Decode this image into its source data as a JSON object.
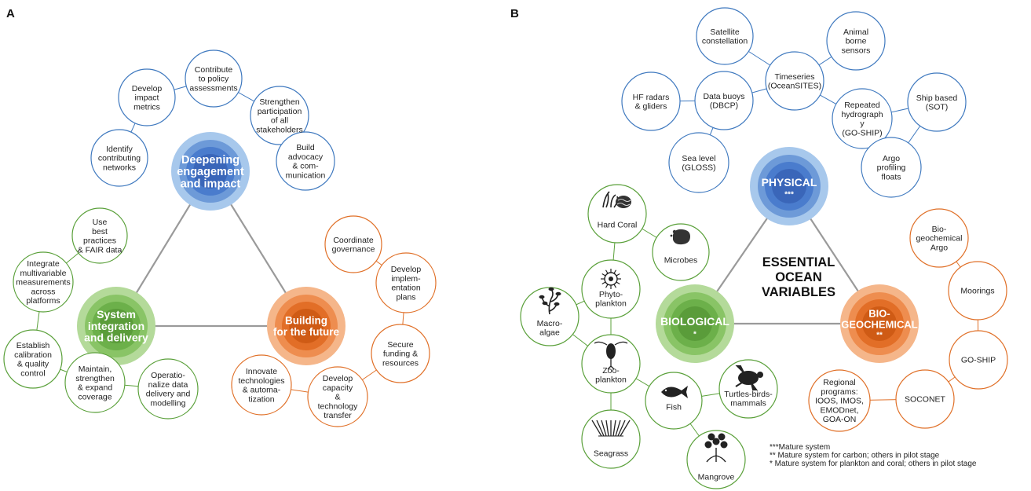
{
  "panels": {
    "a": "A",
    "b": "B"
  },
  "colors": {
    "blue": "#3f79bf",
    "green": "#5aa03a",
    "orange": "#e07028",
    "grey": "#9a9a9a"
  },
  "panel_a": {
    "hubs": {
      "engagement": [
        "Deepening",
        "engagement",
        "and impact"
      ],
      "system": [
        "System",
        "integration",
        "and delivery"
      ],
      "future": [
        "Building",
        "for the future"
      ]
    },
    "blue_nodes": [
      [
        "Contribute",
        "to policy",
        "assessments"
      ],
      [
        "Develop",
        "impact",
        "metrics"
      ],
      [
        "Strengthen",
        "participation",
        "of all",
        "stakeholders"
      ],
      [
        "Identify",
        "contributing",
        "networks"
      ],
      [
        "Build",
        "advocacy",
        "& com-",
        "munication"
      ]
    ],
    "green_nodes": [
      [
        "Use",
        "best",
        "practices",
        "& FAIR data"
      ],
      [
        "Integrate",
        "multivariable",
        "measurements",
        "across",
        "platforms"
      ],
      [
        "Establish",
        "calibration",
        "& quality",
        "control"
      ],
      [
        "Maintain,",
        "strengthen",
        "& expand",
        "coverage"
      ],
      [
        "Operatio-",
        "nalize data",
        "delivery and",
        "modelling"
      ]
    ],
    "orange_nodes": [
      [
        "Coordinate",
        "governance"
      ],
      [
        "Develop",
        "implem-",
        "entation",
        "plans"
      ],
      [
        "Secure",
        "funding &",
        "resources"
      ],
      [
        "Develop",
        "capacity",
        "&",
        "technology",
        "transfer"
      ],
      [
        "Innovate",
        "technologies",
        "& automa-",
        "tization"
      ]
    ]
  },
  "panel_b": {
    "center": [
      "ESSENTIAL",
      "OCEAN",
      "VARIABLES"
    ],
    "hubs": {
      "physical": {
        "label": [
          "PHYSICAL"
        ],
        "stars": "***"
      },
      "biological": {
        "label": [
          "BIOLOGICAL"
        ],
        "stars": "*"
      },
      "biogeochemical": {
        "label": [
          "BIO-",
          "GEOCHEMICAL"
        ],
        "stars": "**"
      }
    },
    "physical_nodes": [
      [
        "Satellite",
        "constellation"
      ],
      [
        "Animal",
        "borne",
        "sensors"
      ],
      [
        "Timeseries",
        "(OceanSITES)"
      ],
      [
        "HF radars",
        "& gliders"
      ],
      [
        "Data buoys",
        "(DBCP)"
      ],
      [
        "Repeated",
        "hydrograph",
        "y",
        "(GO-SHIP)"
      ],
      [
        "Ship based",
        "(SOT)"
      ],
      [
        "Sea level",
        "(GLOSS)"
      ],
      [
        "Argo",
        "profiling",
        "floats"
      ]
    ],
    "biological_nodes": [
      [
        "Hard Coral"
      ],
      [
        "Microbes"
      ],
      [
        "Phyto-",
        "plankton"
      ],
      [
        "Macro-",
        "algae"
      ],
      [
        "Zoo-",
        "plankton"
      ],
      [
        "Fish"
      ],
      [
        "Turtles-birds-",
        "mammals"
      ],
      [
        "Seagrass"
      ],
      [
        "Mangrove"
      ]
    ],
    "biogeochemical_nodes": [
      [
        "Bio-",
        "geochemical",
        "Argo"
      ],
      [
        "Moorings"
      ],
      [
        "GO-SHIP"
      ],
      [
        "SOCONET"
      ],
      [
        "Regional",
        "programs:",
        "IOOS, IMOS,",
        "EMODnet,",
        "GOA-ON"
      ]
    ],
    "legend": [
      "***Mature system",
      "**  Mature system for carbon; others in pilot stage",
      "*   Mature system for plankton and coral; others in pilot stage"
    ]
  }
}
